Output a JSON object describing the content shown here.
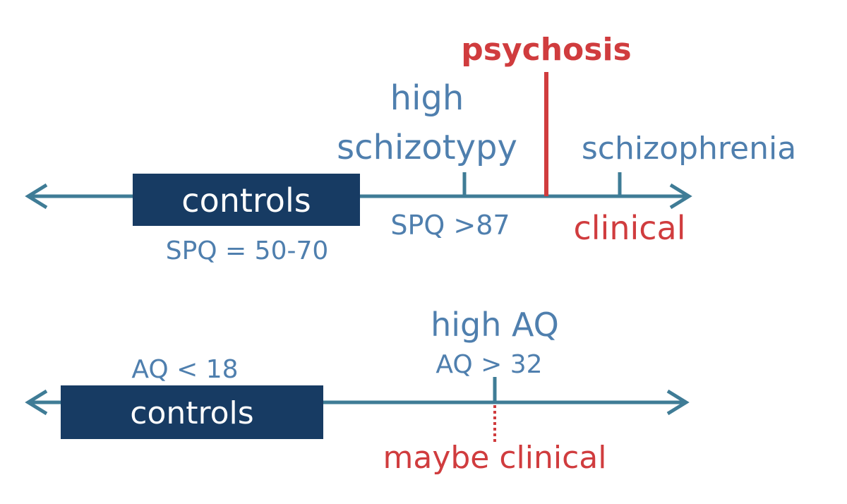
{
  "colors": {
    "axis": "#3f7c96",
    "box": "#173b63",
    "box_text": "#ffffff",
    "blue_text": "#4f7fae",
    "red": "#d03c3e"
  },
  "top_spectrum": {
    "controls_label": "controls",
    "controls_range": "SPQ = 50-70",
    "high_schizotypy_line1": "high",
    "high_schizotypy_line2": "schizotypy",
    "high_schizotypy_threshold": "SPQ >87",
    "psychosis_label": "psychosis",
    "schizophrenia_label": "schizophrenia",
    "clinical_label": "clinical"
  },
  "bottom_spectrum": {
    "controls_label": "controls",
    "controls_range": "AQ < 18",
    "high_aq_label": "high AQ",
    "high_aq_threshold": "AQ > 32",
    "maybe_clinical_label": "maybe clinical"
  }
}
